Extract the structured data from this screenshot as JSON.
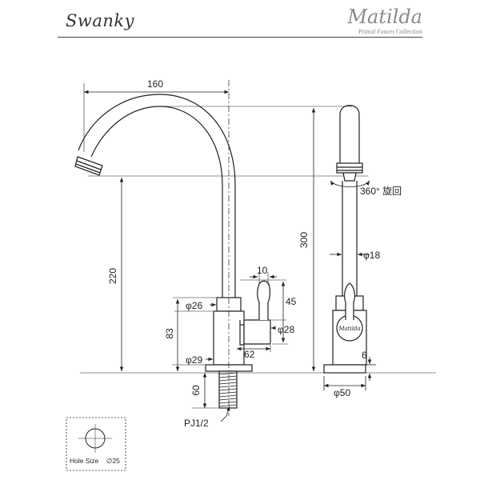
{
  "header": {
    "model_name": "Swanky",
    "brand_name": "Matilda",
    "brand_tagline": "Primal Faucet Collection"
  },
  "dimensions": {
    "overall_reach": "160",
    "spout_height": "220",
    "overall_height": "300",
    "body_height": "83",
    "handle_offset": "10",
    "handle_height": "45",
    "collar_diameter": "φ26",
    "handle_hub_diameter": "φ28",
    "base_diameter": "φ29",
    "handle_projection": "62",
    "shank_length": "60",
    "thread_spec": "PJ1/2",
    "spout_tube_diameter": "φ18",
    "rotation": "360° 旋回",
    "flange_thickness": "6",
    "flange_diameter": "φ50"
  },
  "hole_size": {
    "label": "Hole Size",
    "value": "∅25"
  },
  "colors": {
    "line": "#231f20",
    "brand_gray": "#8a8a8a"
  }
}
